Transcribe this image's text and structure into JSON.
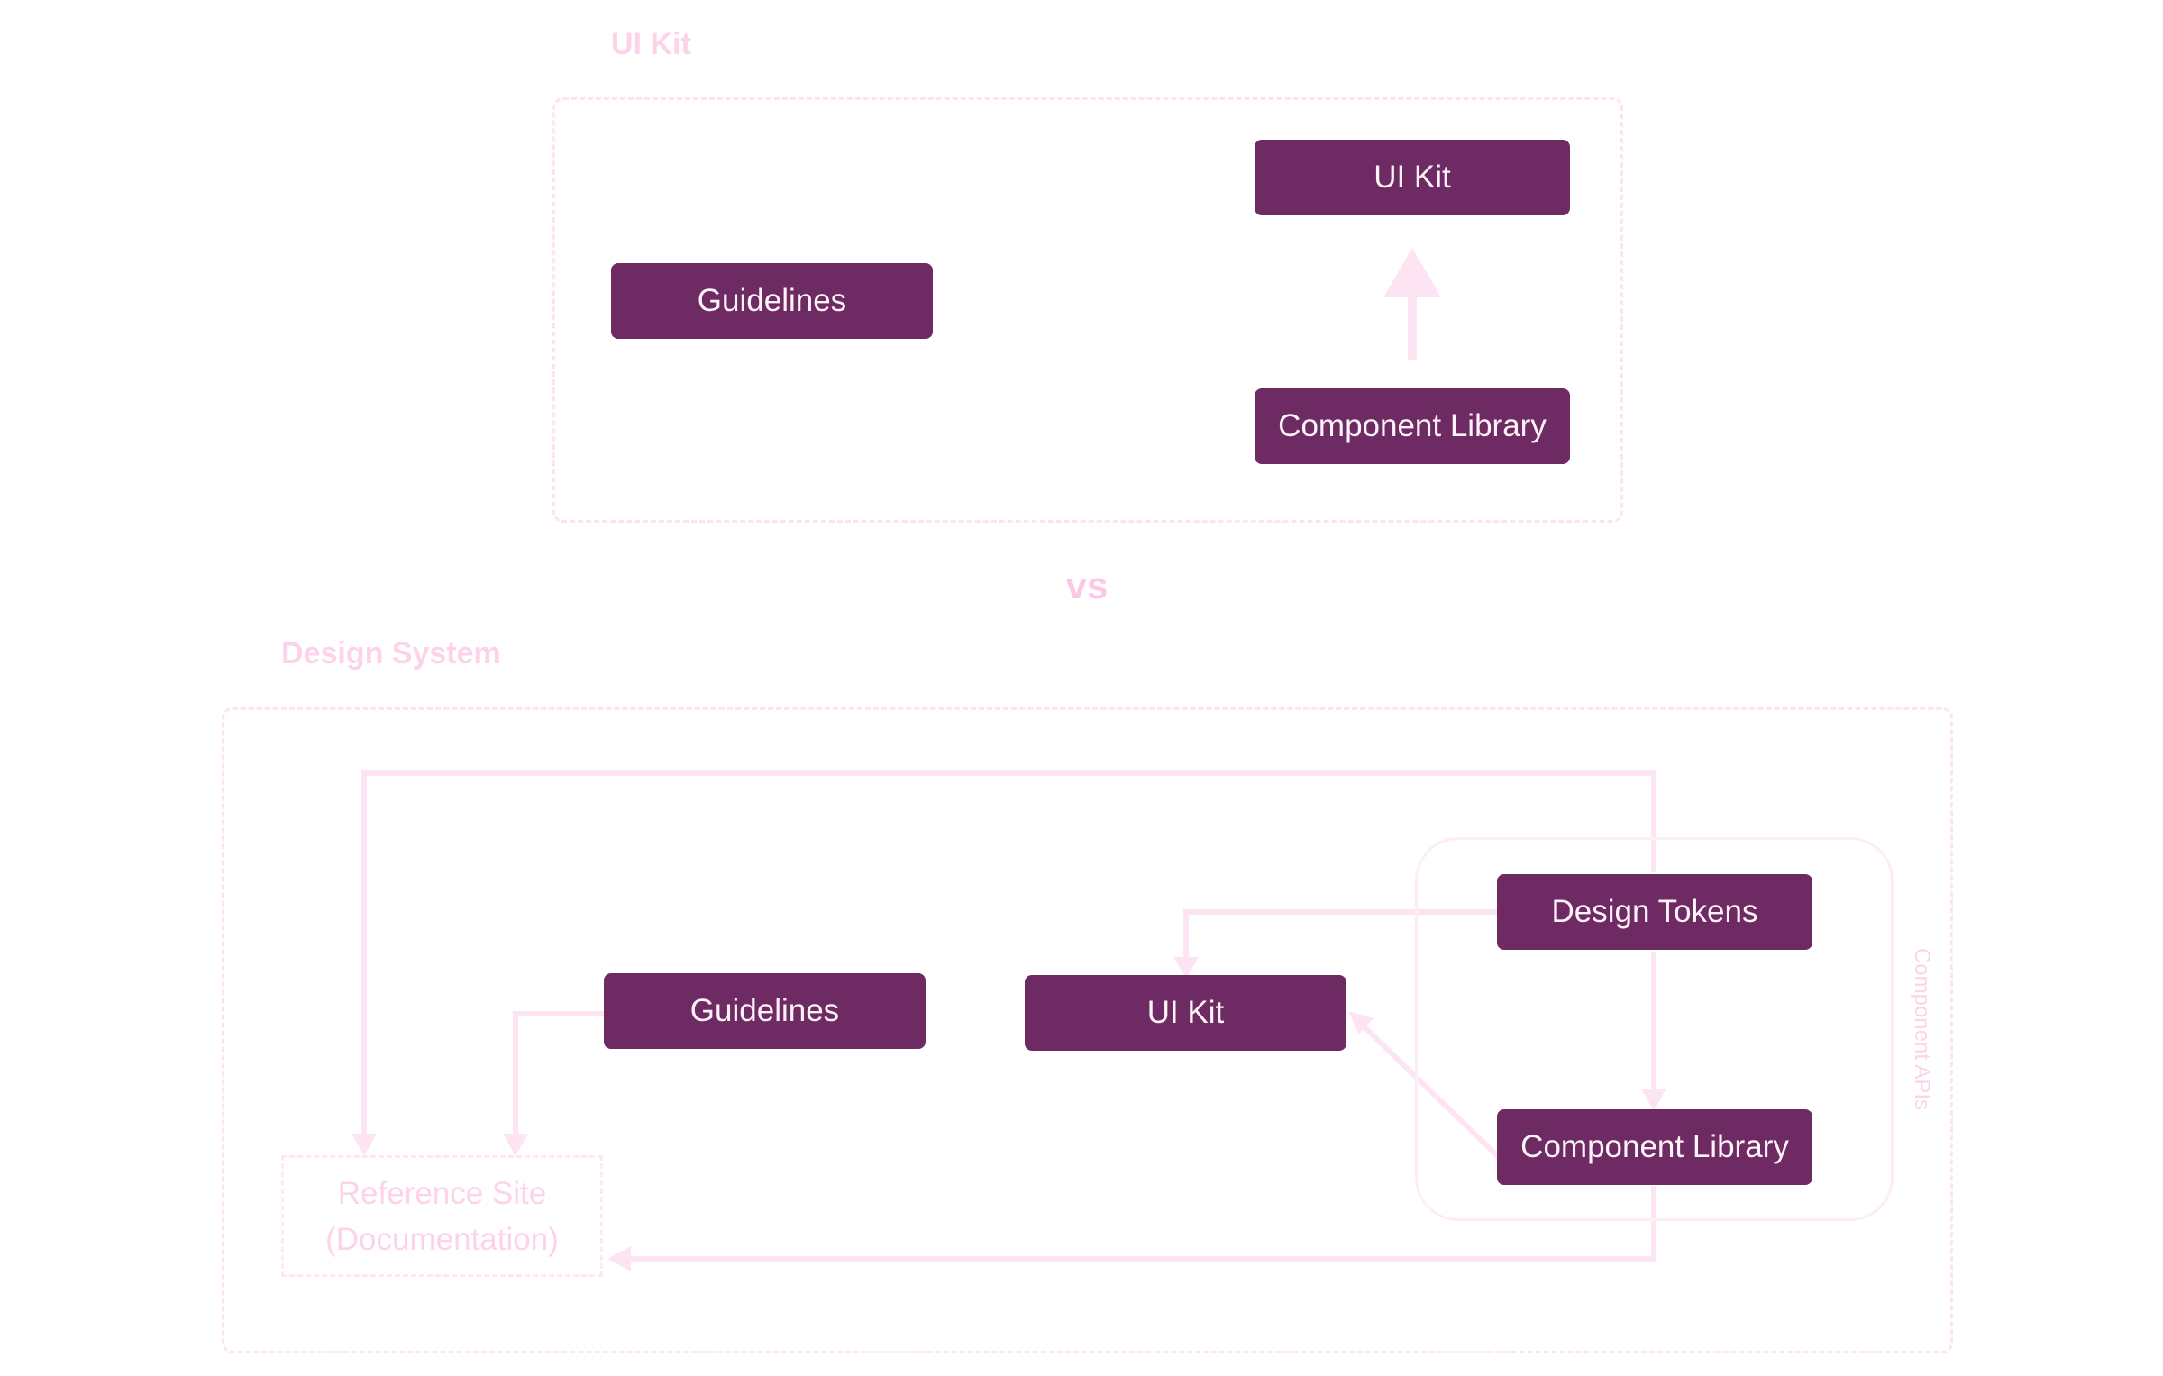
{
  "top": {
    "title": "UI Kit",
    "nodes": {
      "guidelines": "Guidelines",
      "ui_kit": "UI Kit",
      "component_library": "Component Library"
    }
  },
  "divider": "vs",
  "bottom": {
    "title": "Design System",
    "nodes": {
      "guidelines": "Guidelines",
      "ui_kit": "UI Kit",
      "design_tokens": "Design Tokens",
      "component_library": "Component Library",
      "reference_site_line1": "Reference Site",
      "reference_site_line2": "(Documentation)"
    },
    "component_apis_label": "Component APIs"
  },
  "colors": {
    "node_fill": "#6e2a63",
    "node_text": "#fdf2f8",
    "accent_pink": "#fdd3ea",
    "edge": "#fde4f2"
  }
}
